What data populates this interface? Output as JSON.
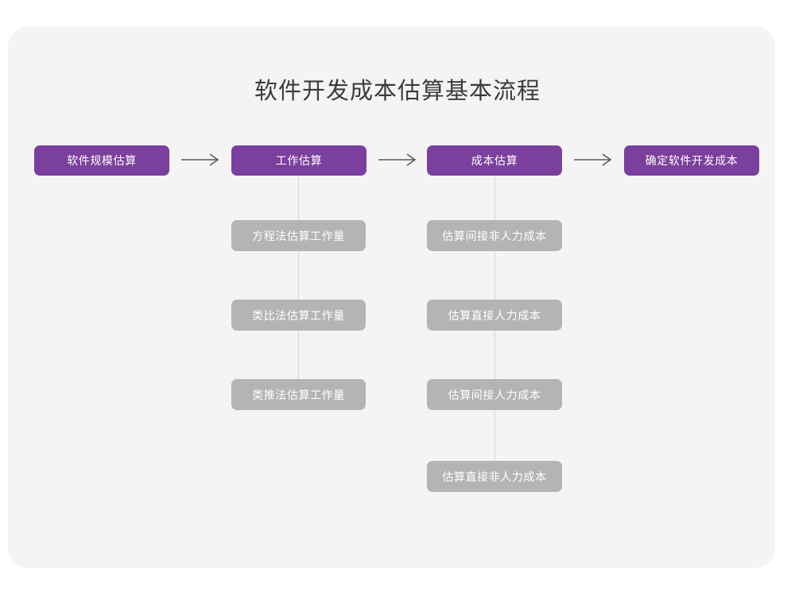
{
  "page": {
    "title": "软件开发成本估算基本流程",
    "background_color": "#ffffff",
    "card_color": "#f4f4f4",
    "primary_color": "#7b3f9d",
    "secondary_color": "#b4b4b4",
    "connector_color": "#d6d6d6",
    "arrow_color": "#5a5a5a",
    "title_color": "#3b3b3b"
  },
  "flow": {
    "stages": [
      {
        "id": "stage-1",
        "label": "软件规模估算",
        "substeps": []
      },
      {
        "id": "stage-2",
        "label": "工作估算",
        "substeps": [
          {
            "id": "stage-2-sub-1",
            "label": "方程法估算工作量"
          },
          {
            "id": "stage-2-sub-2",
            "label": "类比法估算工作量"
          },
          {
            "id": "stage-2-sub-3",
            "label": "类推法估算工作量"
          }
        ]
      },
      {
        "id": "stage-3",
        "label": "成本估算",
        "substeps": [
          {
            "id": "stage-3-sub-1",
            "label": "估算间接非人力成本"
          },
          {
            "id": "stage-3-sub-2",
            "label": "估算直接人力成本"
          },
          {
            "id": "stage-3-sub-3",
            "label": "估算间接人力成本"
          },
          {
            "id": "stage-3-sub-4",
            "label": "估算直接非人力成本"
          }
        ]
      },
      {
        "id": "stage-4",
        "label": "确定软件开发成本",
        "substeps": []
      }
    ],
    "arrows": [
      {
        "id": "arrow-1",
        "from": "stage-1",
        "to": "stage-2",
        "glyph": "→"
      },
      {
        "id": "arrow-2",
        "from": "stage-2",
        "to": "stage-3",
        "glyph": "→"
      },
      {
        "id": "arrow-3",
        "from": "stage-3",
        "to": "stage-4",
        "glyph": "→"
      }
    ]
  },
  "chart_data": {
    "type": "diagram",
    "title": "软件开发成本估算基本流程",
    "orientation": "horizontal-with-vertical-substeps",
    "nodes": [
      {
        "level": 1,
        "column": 1,
        "label": "软件规模估算"
      },
      {
        "level": 1,
        "column": 2,
        "label": "工作估算"
      },
      {
        "level": 1,
        "column": 3,
        "label": "成本估算"
      },
      {
        "level": 1,
        "column": 4,
        "label": "确定软件开发成本"
      },
      {
        "level": 2,
        "column": 2,
        "row": 1,
        "label": "方程法估算工作量"
      },
      {
        "level": 2,
        "column": 2,
        "row": 2,
        "label": "类比法估算工作量"
      },
      {
        "level": 2,
        "column": 2,
        "row": 3,
        "label": "类推法估算工作量"
      },
      {
        "level": 2,
        "column": 3,
        "row": 1,
        "label": "估算间接非人力成本"
      },
      {
        "level": 2,
        "column": 3,
        "row": 2,
        "label": "估算直接人力成本"
      },
      {
        "level": 2,
        "column": 3,
        "row": 3,
        "label": "估算间接人力成本"
      },
      {
        "level": 2,
        "column": 3,
        "row": 4,
        "label": "估算直接非人力成本"
      }
    ],
    "edges": [
      {
        "from": "软件规模估算",
        "to": "工作估算",
        "type": "arrow"
      },
      {
        "from": "工作估算",
        "to": "成本估算",
        "type": "arrow"
      },
      {
        "from": "成本估算",
        "to": "确定软件开发成本",
        "type": "arrow"
      },
      {
        "from": "工作估算",
        "to": "方程法估算工作量",
        "type": "line"
      },
      {
        "from": "方程法估算工作量",
        "to": "类比法估算工作量",
        "type": "line"
      },
      {
        "from": "类比法估算工作量",
        "to": "类推法估算工作量",
        "type": "line"
      },
      {
        "from": "成本估算",
        "to": "估算间接非人力成本",
        "type": "line"
      },
      {
        "from": "估算间接非人力成本",
        "to": "估算直接人力成本",
        "type": "line"
      },
      {
        "from": "估算直接人力成本",
        "to": "估算间接人力成本",
        "type": "line"
      },
      {
        "from": "估算间接人力成本",
        "to": "估算直接非人力成本",
        "type": "line"
      }
    ]
  }
}
